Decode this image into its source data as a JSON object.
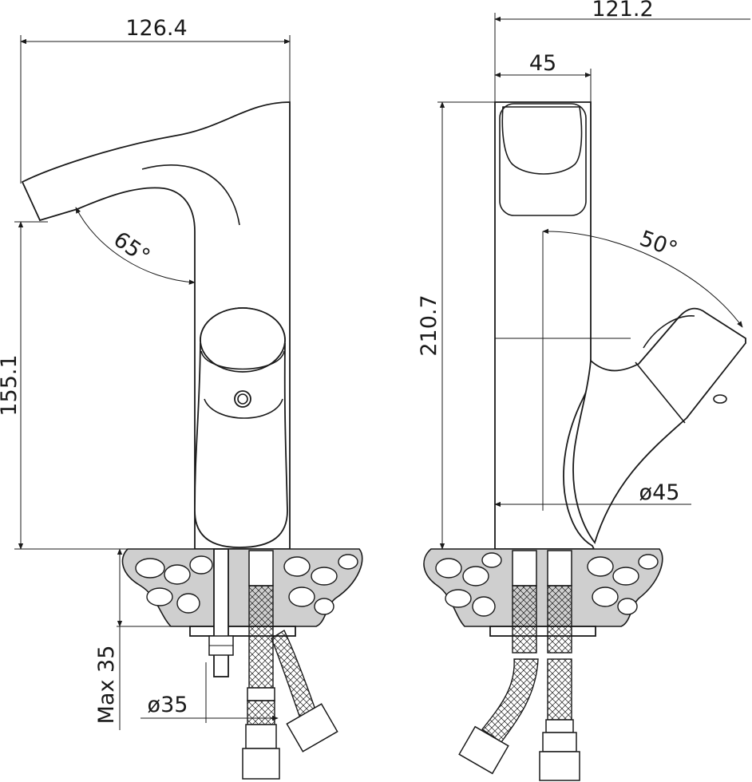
{
  "dimensions": {
    "left_width": "126.4",
    "left_height": "155.1",
    "left_angle": "65°",
    "left_max": "Max 35",
    "left_diameter": "ø35",
    "right_width": "121.2",
    "right_body_width": "45",
    "right_height": "210.7",
    "right_angle": "50°",
    "right_diameter": "ø45"
  }
}
